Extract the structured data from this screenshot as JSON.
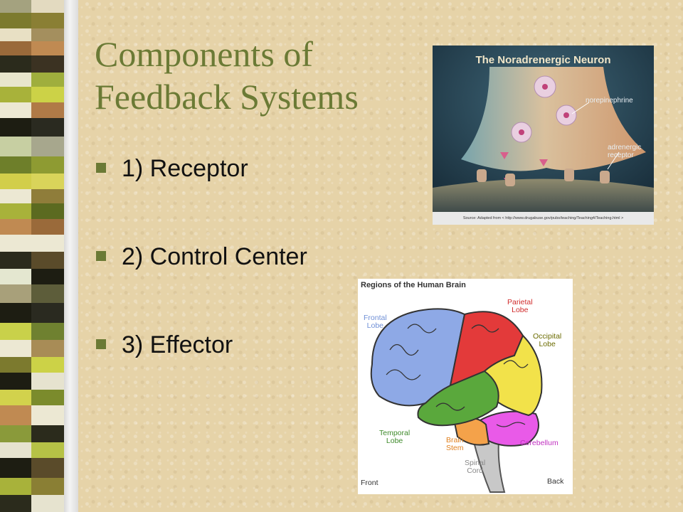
{
  "slide": {
    "title_line1": "Components of",
    "title_line2": "Feedback Systems",
    "bullets": [
      "1) Receptor",
      "2) Control Center",
      "3) Effector"
    ]
  },
  "neuron_figure": {
    "title": "The Noradrenergic Neuron",
    "label_norepinephrine": "norepinephrine",
    "label_receptor_line1": "adrenergic",
    "label_receptor_line2": "receptor",
    "source": "Source: Adapted from < http://www.drugabuse.gov/pubs/teaching/Teaching4/Teaching.html >"
  },
  "brain_figure": {
    "title": "Regions of the Human Brain",
    "frontal_1": "Frontal",
    "frontal_2": "Lobe",
    "parietal_1": "Parietal",
    "parietal_2": "Lobe",
    "occipital_1": "Occipital",
    "occipital_2": "Lobe",
    "temporal_1": "Temporal",
    "temporal_2": "Lobe",
    "brainstem_1": "Brain",
    "brainstem_2": "Stem",
    "cerebellum": "Cerebellum",
    "spinal_1": "Spinal",
    "spinal_2": "Cord",
    "front": "Front",
    "back": "Back"
  },
  "colors": {
    "accent": "#6b7a35",
    "background": "#e6d3a8",
    "frontal": "#8ea9e6",
    "parietal": "#e33a3a",
    "occipital": "#f2e24a",
    "temporal": "#5aa83c",
    "cerebellum": "#e95ae8",
    "stem": "#f4a24a"
  }
}
